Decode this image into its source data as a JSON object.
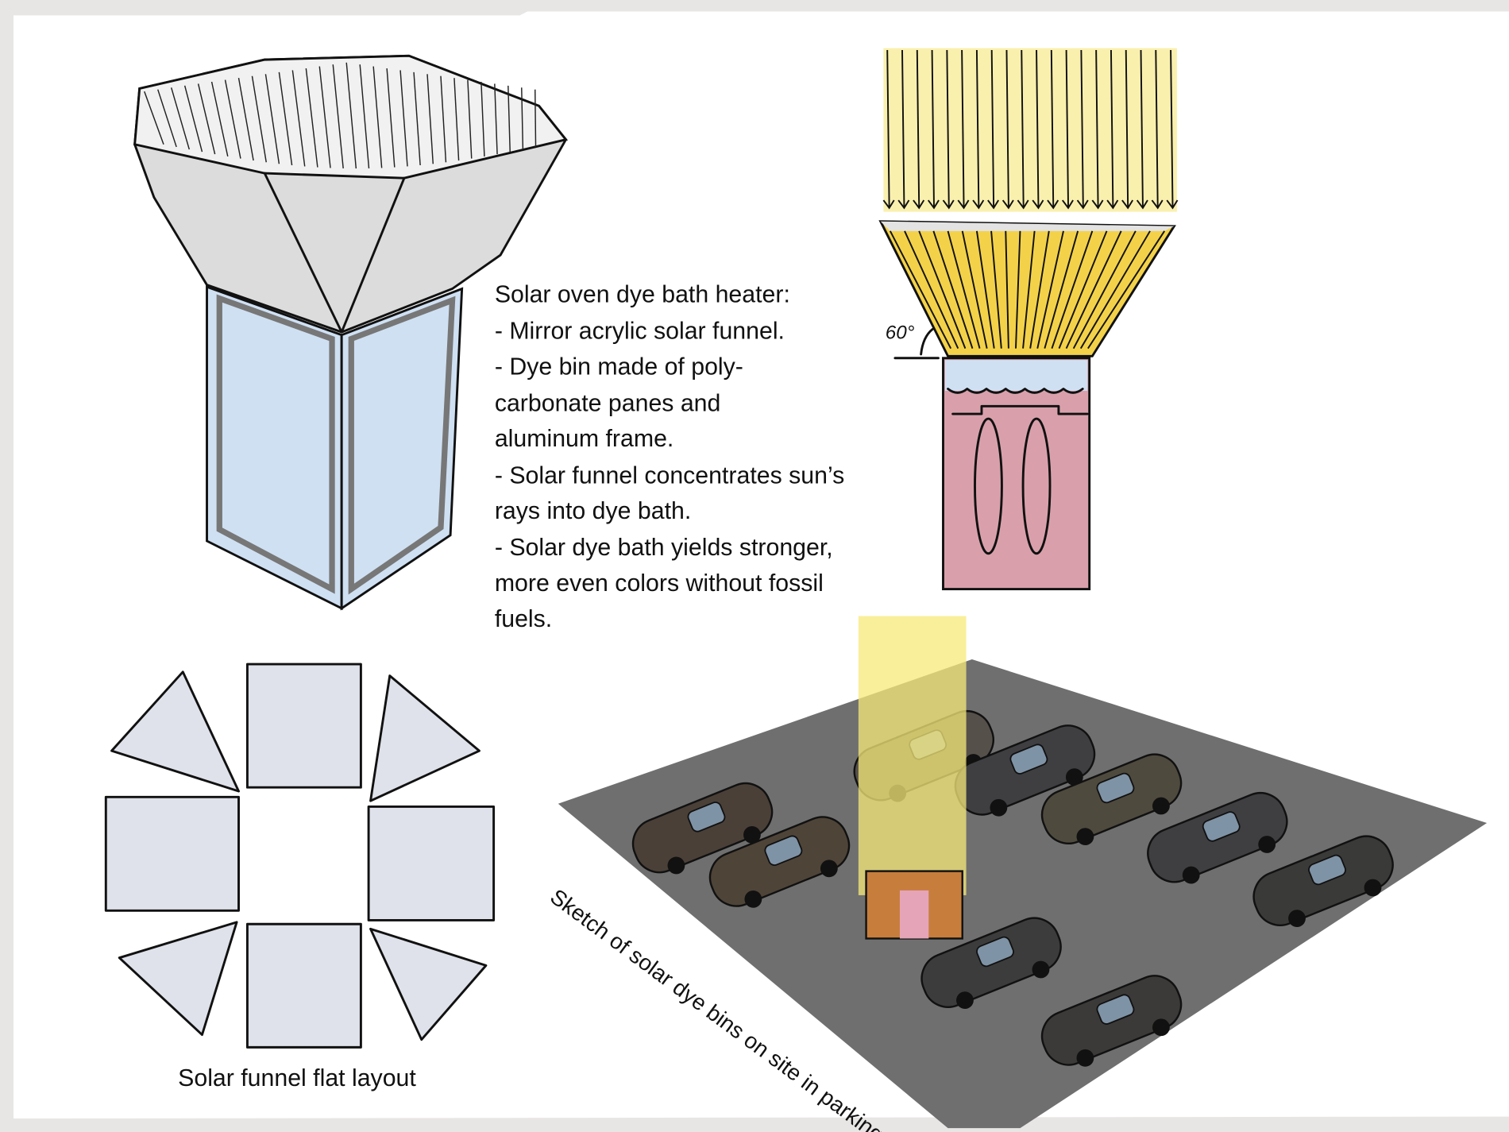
{
  "description_block": {
    "title": "Solar oven dye bath heater:",
    "lines": [
      "- Mirror acrylic solar funnel.",
      "- Dye bin made of poly-",
      "carbonate panes and",
      "aluminum frame.",
      "- Solar funnel concentrates sun’s",
      "rays into dye bath.",
      "- Solar dye bath yields stronger,",
      "more even colors without fossil",
      "fuels."
    ]
  },
  "angle_label": "60°",
  "flat_layout_caption": "Solar funnel flat layout",
  "parking_lot_caption": "Sketch of solar dye bins on site in parking lot",
  "colors": {
    "page": "#ffffff",
    "frame": "#e8e5e5",
    "pane_blue": "#cfe0f3",
    "funnel_gray": "#dcdcdc",
    "sun_yellow": "#f7e27a",
    "dye_pink": "#d9a0ab",
    "asphalt": "#6f6f6f"
  }
}
